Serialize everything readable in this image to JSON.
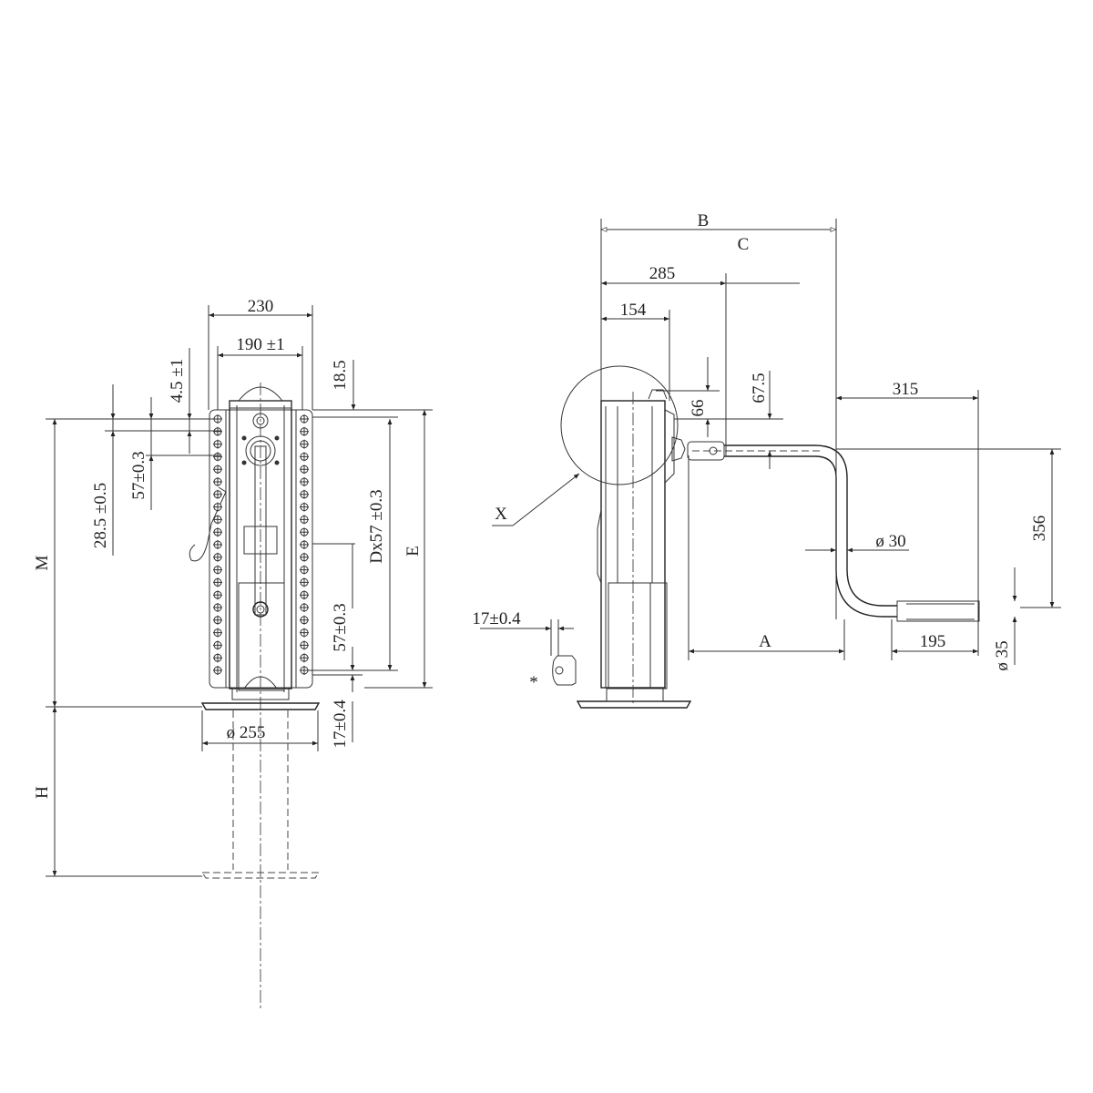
{
  "drawing": {
    "title": "Support leg technical drawing",
    "line_color": "#222222",
    "background": "#ffffff"
  },
  "front_view": {
    "dims": {
      "width_outer": "230",
      "width_inner": "190 ±1",
      "offset_top": "4.5 ±1",
      "top_ref": "18.5",
      "hole_offset": "28.5 ±0.5",
      "hole_pitch_top": "57±0.3",
      "hole_pitch_series": "Dx57 ±0.3",
      "hole_pitch_bottom": "57±0.3",
      "foot_offset": "17±0.4",
      "foot_diameter": "ø 255",
      "height_M": "M",
      "height_E": "E",
      "stroke_H": "H"
    }
  },
  "side_view": {
    "dims": {
      "B": "B",
      "C": "C",
      "d285": "285",
      "d154": "154",
      "d66": "66",
      "d67_5": "67.5",
      "d315": "315",
      "d356": "356",
      "crank_diameter": "ø 30",
      "handle_diameter": "ø 35",
      "d195": "195",
      "A": "A",
      "pin_offset": "17±0.4",
      "detail_marker": "X",
      "note_marker": "*"
    }
  }
}
